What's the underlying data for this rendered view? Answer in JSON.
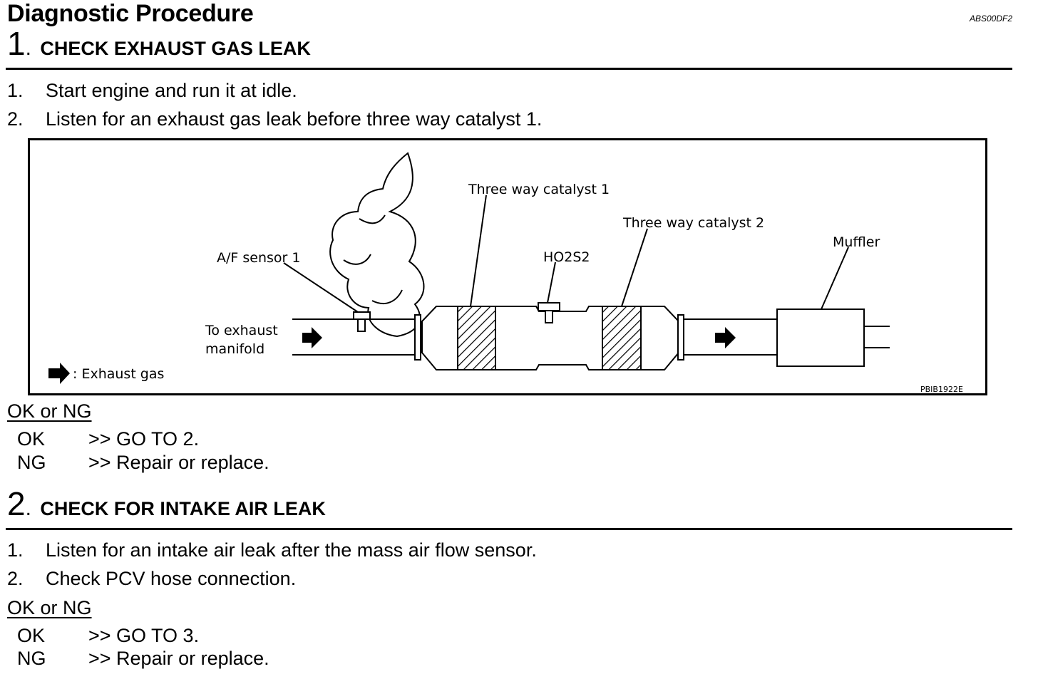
{
  "page_title": "Diagnostic Procedure",
  "doc_id": "ABS00DF2",
  "steps": [
    {
      "number": "1",
      "title": "CHECK EXHAUST GAS LEAK",
      "items": [
        {
          "n": "1.",
          "text": "Start engine and run it at idle."
        },
        {
          "n": "2.",
          "text": "Listen for an exhaust gas leak before three way catalyst 1."
        }
      ],
      "ok_ng_label": "OK or NG",
      "results": [
        {
          "key": "OK",
          "action": ">> GO TO 2."
        },
        {
          "key": "NG",
          "action": ">> Repair or replace."
        }
      ]
    },
    {
      "number": "2",
      "title": "CHECK FOR INTAKE AIR LEAK",
      "items": [
        {
          "n": "1.",
          "text": "Listen for an intake air leak after the mass air flow sensor."
        },
        {
          "n": "2.",
          "text": "Check PCV hose connection."
        }
      ],
      "ok_ng_label": "OK or NG",
      "results": [
        {
          "key": "OK",
          "action": ">> GO TO 3."
        },
        {
          "key": "NG",
          "action": ">> Repair or replace."
        }
      ]
    }
  ],
  "figure": {
    "labels": {
      "three_way_catalyst_1": "Three way catalyst 1",
      "three_way_catalyst_2": "Three way catalyst 2",
      "muffler": "Muffler",
      "af_sensor_1": "A/F sensor 1",
      "ho2s2": "HO2S2",
      "to_exhaust_line1": "To exhaust",
      "to_exhaust_line2": "manifold",
      "legend": ": Exhaust gas",
      "figure_id": "PBIB1922E"
    }
  }
}
